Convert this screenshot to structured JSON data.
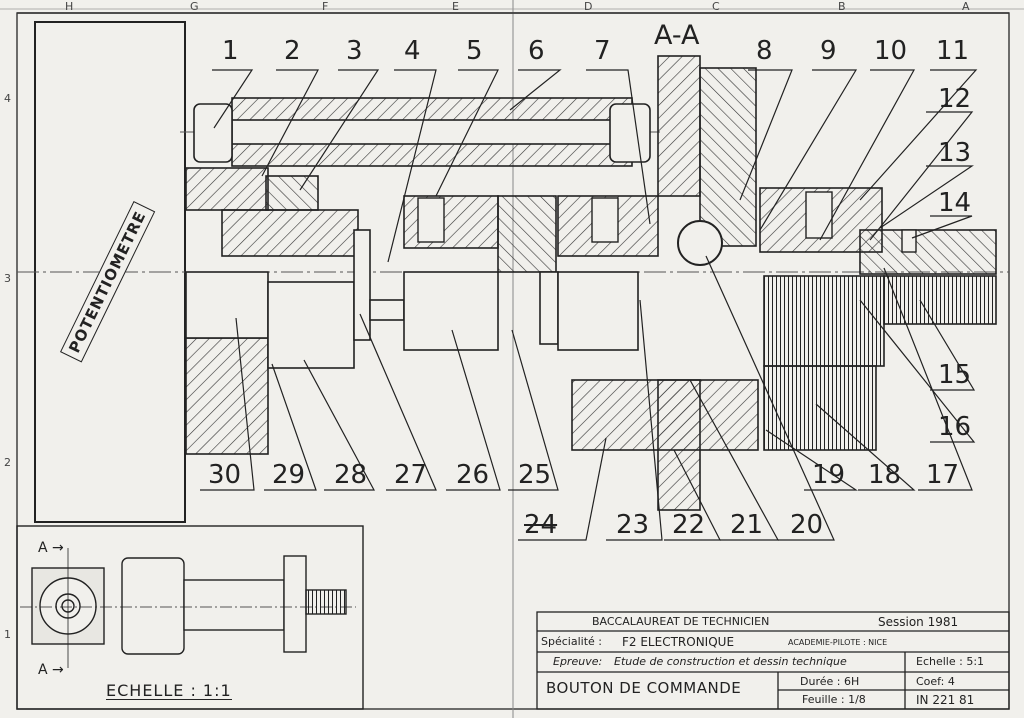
{
  "section_label": "A-A",
  "component_label": "POTENTIOMETRE",
  "callouts_top": [
    "1",
    "2",
    "3",
    "4",
    "5",
    "6",
    "7",
    "8",
    "9",
    "10",
    "11"
  ],
  "callouts_right": [
    "12",
    "13",
    "14",
    "15",
    "16",
    "17"
  ],
  "callouts_bottom_row1": [
    "30",
    "29",
    "28",
    "27",
    "26",
    "25",
    "19",
    "18"
  ],
  "callouts_bottom_row2": [
    "24",
    "23",
    "22",
    "21",
    "20"
  ],
  "grid_columns": [
    "H",
    "G",
    "F",
    "E",
    "D",
    "C",
    "B",
    "A"
  ],
  "grid_rows": [
    "4",
    "3",
    "2",
    "1"
  ],
  "inset": {
    "scale_label": "ECHELLE : 1:1",
    "section_mark": "A"
  },
  "title_block": {
    "exam": "BACCALAUREAT   DE   TECHNICIEN",
    "session": "Session 1981",
    "specialty_label": "Spécialité :",
    "specialty": "F2   ELECTRONIQUE",
    "academy": "ACADEMIE-PILOTE : NICE",
    "test_label": "Epreuve:",
    "test": "Etude de construction et dessin technique",
    "scale": "Echelle : 5:1",
    "title": "BOUTON   DE   COMMANDE",
    "duration": "Durée : 6H",
    "coef": "Coef: 4",
    "sheet": "Feuille : 1/8",
    "code": "IN 221 81"
  }
}
